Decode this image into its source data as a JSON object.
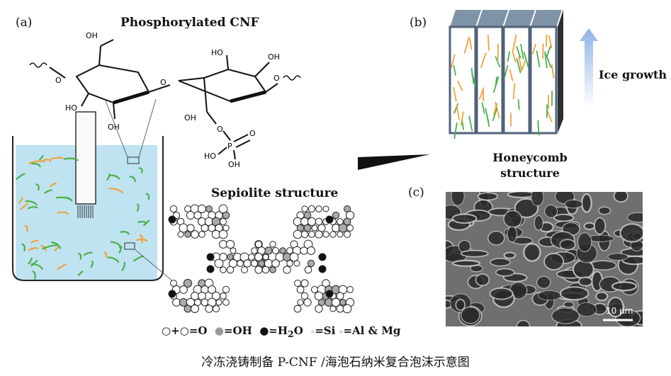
{
  "panels": {
    "a": {
      "label": "(a)",
      "title": "Phosphorylated CNF"
    },
    "b": {
      "label": "(b)",
      "ice_label": "Ice growth",
      "structure_line1": "Honeycomb",
      "structure_line2": "structure"
    },
    "c": {
      "label": "(c)",
      "scale_bar": "10 μm"
    }
  },
  "molecule": {
    "oh": "OH",
    "ho": "HO",
    "o": "O",
    "p": "P"
  },
  "sepiolite": {
    "title": "Sepiolite structure",
    "legend": {
      "o": "=O",
      "oh": "=OH",
      "h2o_h": "=H",
      "h2o_sub": "2",
      "h2o_o": "O",
      "si": "=Si",
      "almg": "=Al & Mg"
    }
  },
  "caption": "冷冻浇铸制备 P-CNF /海泡石纳米复合泡沫示意图",
  "colors": {
    "liquid": "#bfe3f1",
    "fiber_green": "#4bb04a",
    "fiber_orange": "#f0a23a",
    "column": "#4d5e72",
    "sem": "#6f6f6f"
  }
}
